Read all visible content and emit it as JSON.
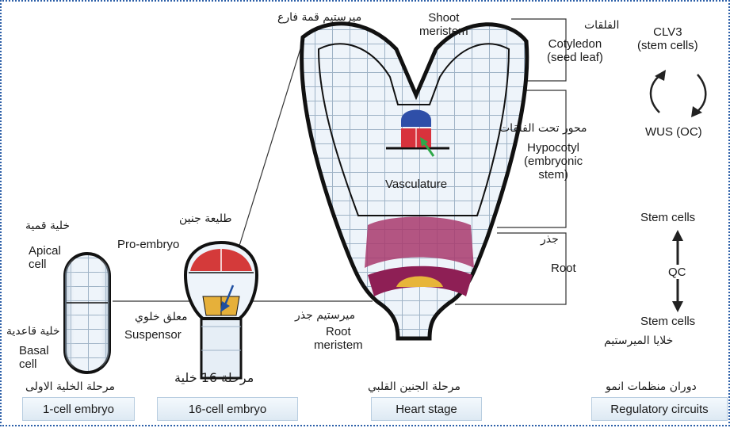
{
  "labels": {
    "shoot_meristem": "Shoot\nmeristem",
    "shoot_meristem_ar": "ميرستيم قمة فارع",
    "cotyledon_ar": "الفلقات",
    "cotyledon": "Cotyledon\n(seed leaf)",
    "hypocotyl_ar": "محور تحت الفلقات",
    "hypocotyl": "Hypocotyl\n(embryonic\nstem)",
    "vasculature": "Vasculature",
    "root_ar": "جذر",
    "root": "Root",
    "root_meristem_ar": "ميرستيم جذر",
    "root_meristem": "Root\nmeristem",
    "proembryo_ar": "طليعة جنين",
    "proembryo": "Pro-embryo",
    "apical_ar": "خلية قمية",
    "apical": "Apical\ncell",
    "basal_ar": "خلية قاعدية",
    "basal": "Basal\ncell",
    "suspensor_ar": "معلق خلوي",
    "suspensor": "Suspensor",
    "clv3": "CLV3\n(stem cells)",
    "wus": "WUS (OC)",
    "stem_cells_top": "Stem cells",
    "qc": "QC",
    "stem_cells_bottom": "Stem cells",
    "meristem_cells_ar": "خلايا الميرستيم"
  },
  "stages": [
    {
      "ar": "مرحلة الخلية الاولى",
      "en": "1-cell embryo"
    },
    {
      "ar": "مرحلة 16 خلية",
      "en": "16-cell embryo"
    },
    {
      "ar": "مرحلة الجنين القلبي",
      "en": "Heart stage"
    },
    {
      "ar": "دوران منظمات انمو",
      "en": "Regulatory circuits"
    }
  ],
  "colors": {
    "shoot_meristem": "#2f4fa8",
    "oc_red": "#d8323c",
    "root_meristem": "#8e1f55",
    "qc_gold": "#e7b53a",
    "proembryo_red": "#d43a3a",
    "suspensor_gold": "#e6b03a",
    "cell_fill": "#e9f1f8",
    "outline": "#1a1a1a"
  },
  "icons": [
    "green-arrow-icon",
    "blue-arrow-icon",
    "cycle-arrow-icon",
    "double-arrow-icon"
  ]
}
